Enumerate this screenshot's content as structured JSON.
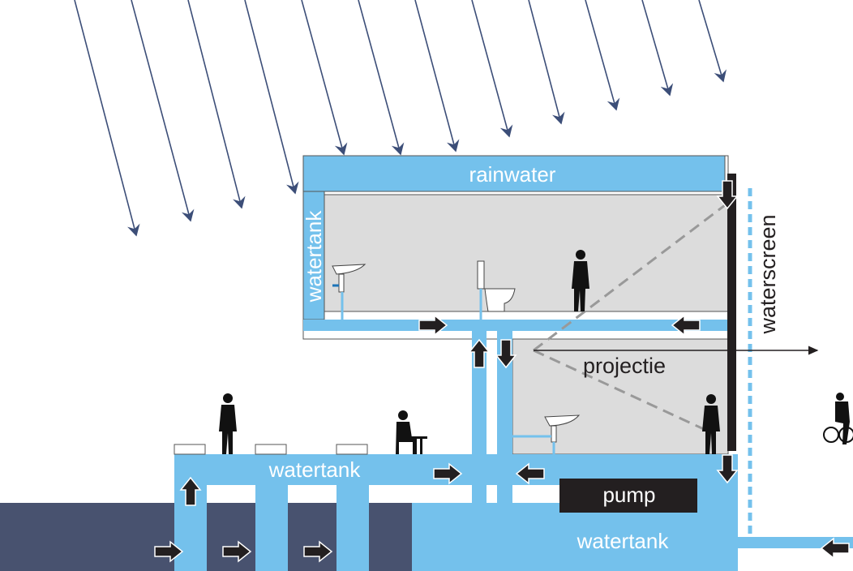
{
  "labels": {
    "rainwater": "rainwater",
    "watertank_top": "watertank",
    "watertank_mid": "watertank",
    "watertank_bottom": "watertank",
    "waterscreen": "waterscreen",
    "projectie": "projectie",
    "pump": "pump"
  },
  "colors": {
    "water": "#74c1ec",
    "ground": "#48526f",
    "room": "#dcdcdc",
    "arrow": "#231f20",
    "rain": "#3c4e78"
  }
}
